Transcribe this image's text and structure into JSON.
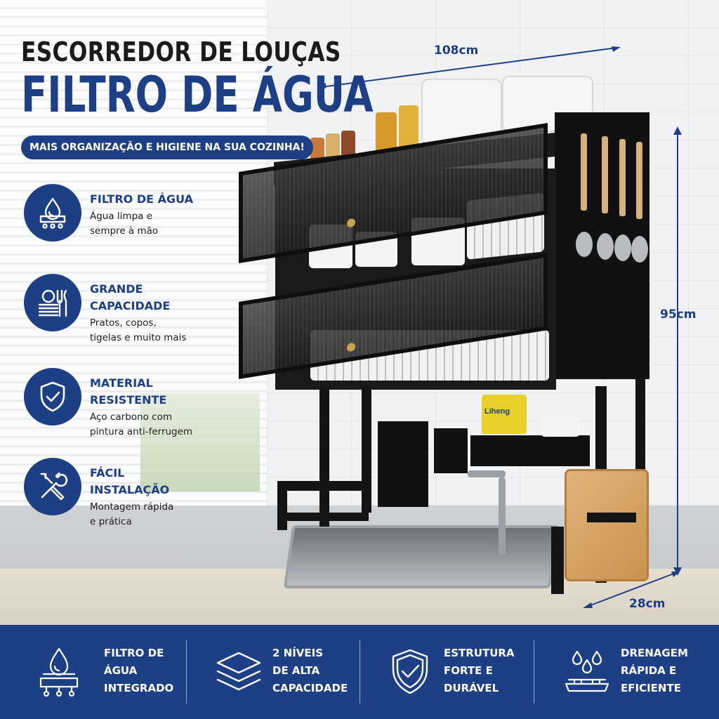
{
  "header": {
    "title_line1": "ESCORREDOR DE LOUÇAS",
    "title_line2": "FILTRO DE ÁGUA",
    "tagline": "MAIS ORGANIZAÇÃO E HIGIENE NA SUA COZINHA!"
  },
  "features": [
    {
      "icon": "water-filter-icon",
      "title": "FILTRO DE ÁGUA",
      "description": "Água limpa e\nsempre à mão"
    },
    {
      "icon": "dishes-icon",
      "title": "GRANDE\nCAPACIDADE",
      "description": "Pratos, copos,\ntigelas e muito mais"
    },
    {
      "icon": "shield-check-icon",
      "title": "MATERIAL\nRESISTENTE",
      "description": "Aço carbono com\npintura anti-ferrugem"
    },
    {
      "icon": "tools-icon",
      "title": "FÁCIL\nINSTALAÇÃO",
      "description": "Montagem rápida\ne prática"
    }
  ],
  "dimensions": {
    "width": "108cm",
    "height": "95cm",
    "depth": "28cm"
  },
  "product": {
    "bottle_brand": "Liheng"
  },
  "bottom_bar": [
    {
      "icon": "water-filter-icon",
      "label": "FILTRO DE\nÁGUA\nINTEGRADO"
    },
    {
      "icon": "layers-icon",
      "label": "2 NÍVEIS\nDE ALTA\nCAPACIDADE"
    },
    {
      "icon": "shield-check-icon",
      "label": "ESTRUTURA\nFORTE E\nDURÁVEL"
    },
    {
      "icon": "drainage-icon",
      "label": "DRENAGEM\nRÁPIDA E\nEFICIENTE"
    }
  ],
  "colors": {
    "brand_blue": "#1d3f86",
    "text_dark": "#1b1b1b",
    "rack_black": "#141414",
    "wood": "#c9924e"
  }
}
